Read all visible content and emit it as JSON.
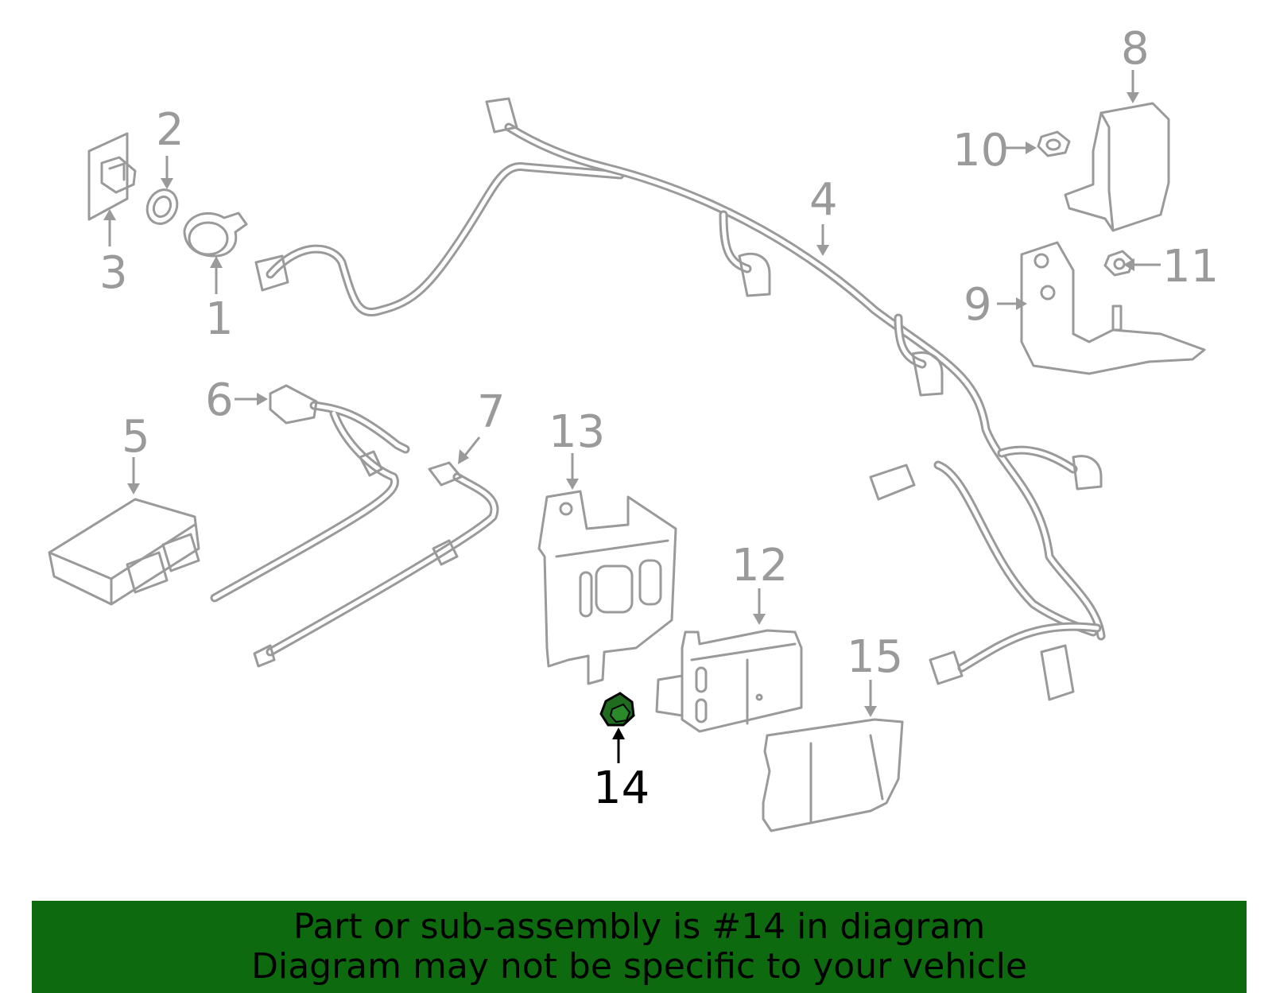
{
  "diagram": {
    "callouts": [
      "1",
      "2",
      "3",
      "4",
      "5",
      "6",
      "7",
      "8",
      "9",
      "10",
      "11",
      "12",
      "13",
      "14",
      "15"
    ],
    "highlighted_callout": "14",
    "colors": {
      "line": "#9a9a9a",
      "highlight_part": "#1f6b1f",
      "highlight_text": "#000000"
    }
  },
  "banner": {
    "line1": "Part or sub-assembly is #14 in diagram",
    "line2": "Diagram may not be specific to your vehicle",
    "color": "#0e6a0e"
  }
}
